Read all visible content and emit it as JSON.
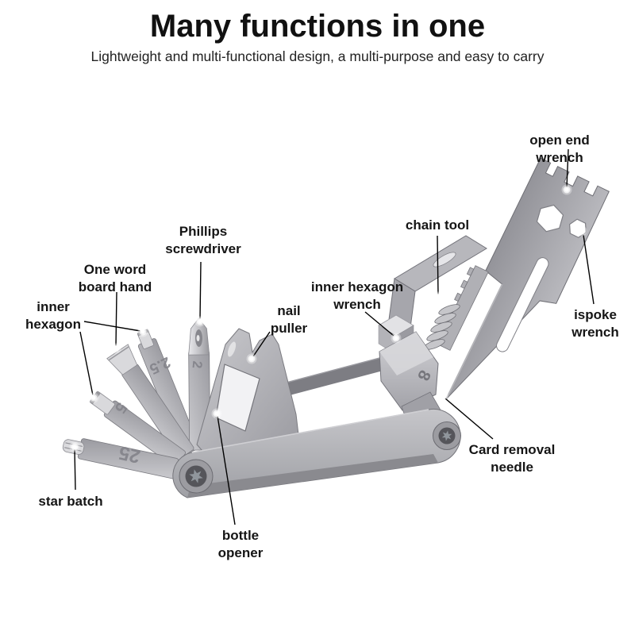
{
  "header": {
    "title": "Many functions in one",
    "subtitle": "Lightweight and multi-functional design, a multi-purpose and easy to carry"
  },
  "annotations": [
    {
      "id": "open-end-wrench",
      "text": "open end wrench"
    },
    {
      "id": "phillips-screwdriver",
      "text": "Phillips\nscrewdriver"
    },
    {
      "id": "one-word-board-hand",
      "text": "One word\nboard hand"
    },
    {
      "id": "inner-hexagon",
      "text": "inner\nhexagon"
    },
    {
      "id": "nail-puller",
      "text": "nail\npuller"
    },
    {
      "id": "inner-hexagon-wrench",
      "text": "inner hexagon\nwrench"
    },
    {
      "id": "chain-tool",
      "text": "chain tool"
    },
    {
      "id": "ispoke-wrench",
      "text": "ispoke\nwrench"
    },
    {
      "id": "card-removal-needle",
      "text": "Card removal\nneedle"
    },
    {
      "id": "star-batch",
      "text": "star batch"
    },
    {
      "id": "bottle-opener",
      "text": "bottle\nopener"
    }
  ],
  "tool_markings": {
    "torx_arm": "25",
    "hex5_arm": "5",
    "hex25_arm": "2.5",
    "phillips_arm": "2",
    "hex_wrench_block": "8"
  },
  "colors": {
    "background": "#ffffff",
    "text": "#151515",
    "leader_line": "#000000",
    "metal_light": "#e9e9ec",
    "metal_mid": "#a9a9ae",
    "metal_dark": "#6f6f75"
  }
}
